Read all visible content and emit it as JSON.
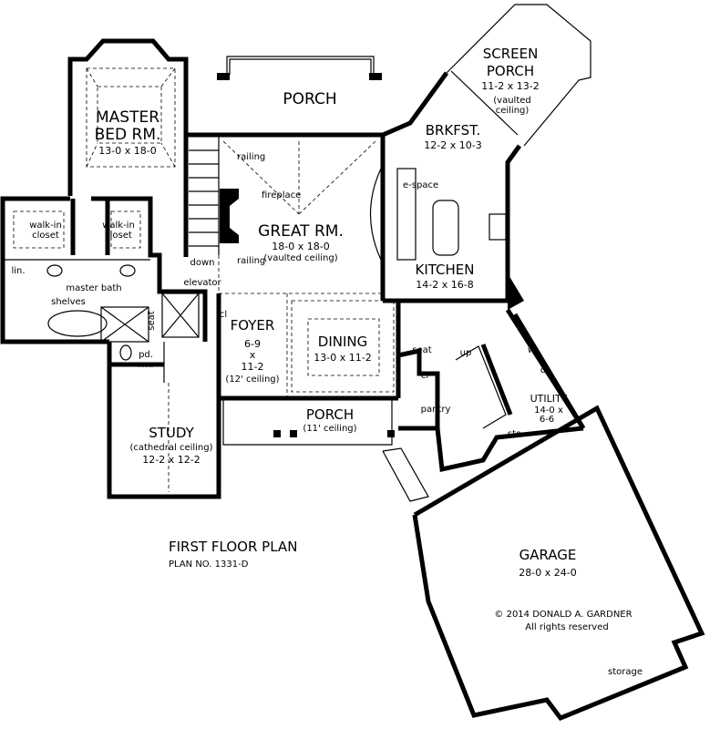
{
  "rooms": {
    "porch_top": "PORCH",
    "master": {
      "l1": "MASTER",
      "l2": "BED RM.",
      "dim": "13-0 x 18-0"
    },
    "walkin_left": {
      "l1": "walk-in",
      "l2": "closet"
    },
    "walkin_right": {
      "l1": "walk-in",
      "l2": "closet"
    },
    "linen": "lin.",
    "master_bath": "master bath",
    "shelves": "shelves",
    "bath_seat": "seat",
    "elevator": "elevator",
    "railing_top": "railing",
    "railing_bottom": "railing",
    "fireplace": "fireplace",
    "stairs_down": "down",
    "great": {
      "name": "GREAT RM.",
      "dim": "18-0 x 18-0",
      "note": "(vaulted ceiling)"
    },
    "espace": "e-space",
    "screen_porch": {
      "l1": "SCREEN",
      "l2": "PORCH",
      "dim": "11-2 x 13-2",
      "n1": "(vaulted",
      "n2": "ceiling)"
    },
    "brkfst": {
      "name": "BRKFST.",
      "dim": "12-2 x 10-3"
    },
    "kitchen": {
      "name": "KITCHEN",
      "dim": "14-2 x 16-8"
    },
    "foyer": {
      "cl": "cl",
      "name": "FOYER",
      "d1": "6-9",
      "d2": "x",
      "d3": "11-2",
      "note": "(12' ceiling)"
    },
    "dining": {
      "name": "DINING",
      "dim": "13-0 x 11-2"
    },
    "hall_seat": "seat",
    "hall_cl": "cl",
    "pantry": "pantry",
    "stairs_up": "up",
    "washer": "w",
    "dryer": "d",
    "utility": {
      "name": "UTILITY",
      "d1": "14-0 x",
      "d2": "6-6"
    },
    "storage_small": "sto.",
    "powder": {
      "l1": "pd.",
      "l2": "rm."
    },
    "porch_front": {
      "name": "PORCH",
      "note": "(11' ceiling)"
    },
    "study": {
      "name": "STUDY",
      "note": "(cathedral ceiling)",
      "dim": "12-2 x 12-2"
    },
    "garage": {
      "name": "GARAGE",
      "dim": "28-0 x 24-0"
    },
    "garage_storage": "storage"
  },
  "title": {
    "name": "FIRST FLOOR PLAN",
    "plan_no": "PLAN NO. 1331-D"
  },
  "copyright": {
    "l1": "© 2014 DONALD A. GARDNER",
    "l2": "All rights reserved"
  }
}
